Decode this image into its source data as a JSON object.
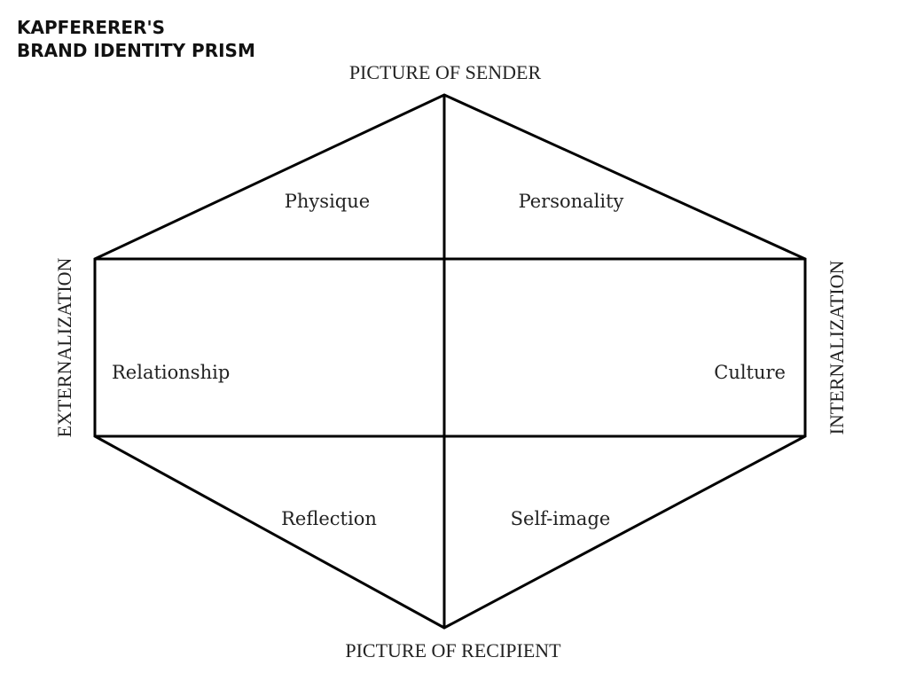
{
  "title": {
    "line1": "KAPFERERER'S",
    "line2": "BRAND IDENTITY PRISM"
  },
  "axes": {
    "top": "PICTURE OF SENDER",
    "bottom": "PICTURE OF RECIPIENT",
    "left": "EXTERNALIZATION",
    "right": "INTERNALIZATION"
  },
  "facets": {
    "physique": "Physique",
    "personality": "Personality",
    "relationship": "Relationship",
    "culture": "Culture",
    "reflection": "Reflection",
    "self_image": "Self-image"
  },
  "colors": {
    "line": "#000000",
    "text": "#222222"
  }
}
